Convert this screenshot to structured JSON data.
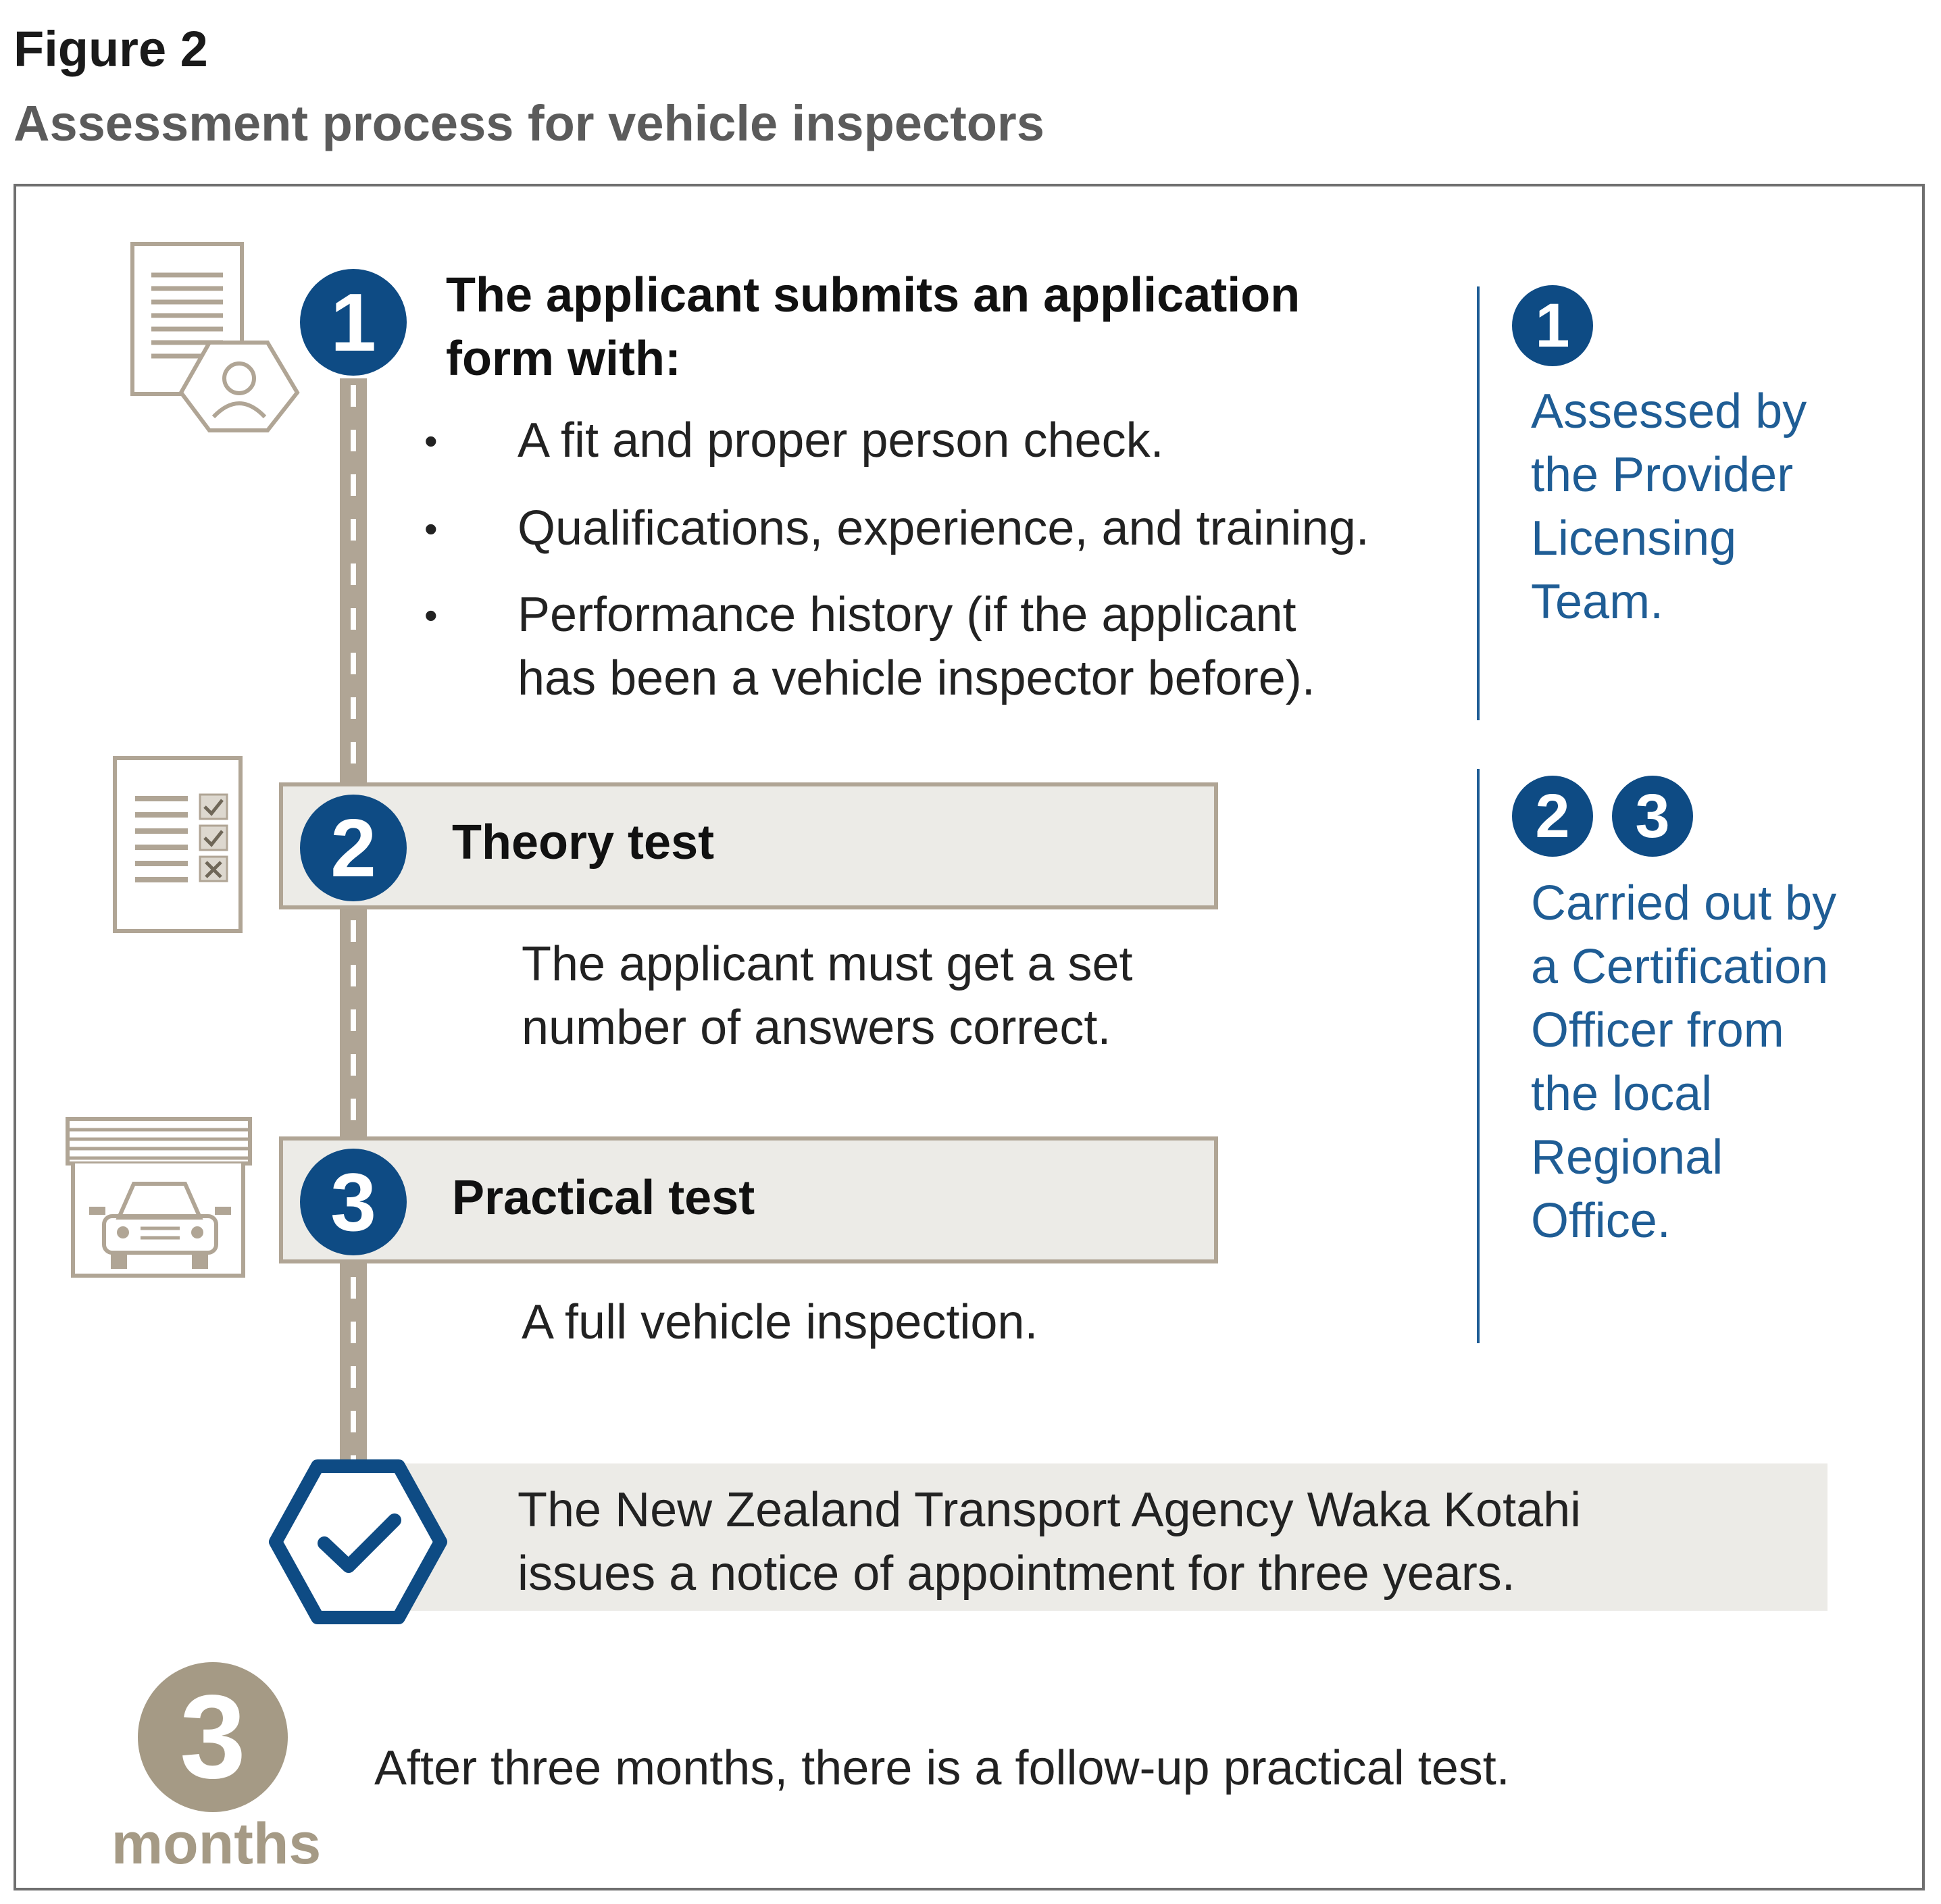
{
  "figure": {
    "label": "Figure 2",
    "title": "Assessment process for vehicle inspectors"
  },
  "steps": [
    {
      "number": "1",
      "heading_line1": "The applicant submits an application",
      "heading_line2": "form with:",
      "bullets": [
        {
          "marker": "•",
          "line1": "A fit and proper person check.",
          "line2": ""
        },
        {
          "marker": "•",
          "line1": "Qualifications, experience, and training.",
          "line2": ""
        },
        {
          "marker": "•",
          "line1": "Performance history (if the applicant",
          "line2": "has been a vehicle inspector before)."
        }
      ],
      "icon": "application-form-with-person-icon"
    },
    {
      "number": "2",
      "title": "Theory test",
      "description_line1": "The applicant must get a set",
      "description_line2": "number of answers correct.",
      "icon": "checklist-form-icon"
    },
    {
      "number": "3",
      "title": "Practical test",
      "description_line1": "A full vehicle inspection.",
      "icon": "car-garage-icon"
    }
  ],
  "outcome": {
    "icon": "checkmark-hexagon-icon",
    "line1": "The New Zealand Transport Agency Waka Kotahi",
    "line2": "issues a notice of appointment for three years."
  },
  "follow_up": {
    "number": "3",
    "unit": "months",
    "text": "After three months, there is a follow-up practical test."
  },
  "side_notes": [
    {
      "badges": [
        "1"
      ],
      "lines": [
        "Assessed by",
        "the Provider",
        "Licensing",
        "Team."
      ]
    },
    {
      "badges": [
        "2",
        "3"
      ],
      "lines": [
        "Carried out by",
        "a Certification",
        "Officer from",
        "the local",
        "Regional",
        "Office."
      ]
    }
  ],
  "colors": {
    "blue": "#0e4b84",
    "blue_text": "#1f5d95",
    "taupe": "#b0a595",
    "panel": "#ecebe7",
    "frame": "#6f6f6f"
  }
}
